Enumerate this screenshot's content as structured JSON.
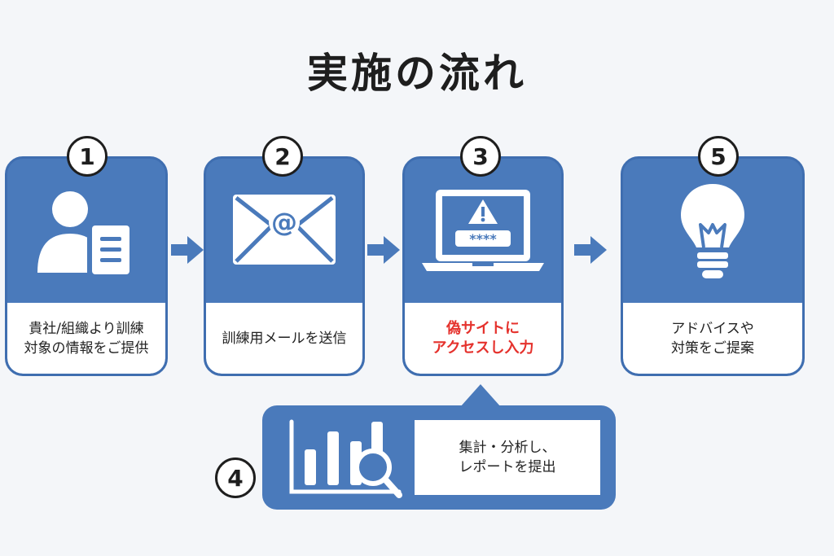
{
  "title": "実施の流れ",
  "steps": [
    {
      "number": "1",
      "label_lines": [
        "貴社/組織より訓練",
        "対象の情報をご提供"
      ],
      "icon": "user-document-icon"
    },
    {
      "number": "2",
      "label_lines": [
        "訓練用メールを送信"
      ],
      "icon": "email-icon"
    },
    {
      "number": "3",
      "label_lines": [
        "偽サイトに",
        "アクセスし入力"
      ],
      "icon": "laptop-warning-icon",
      "highlight": true
    },
    {
      "number": "5",
      "label_lines": [
        "アドバイスや",
        "対策をご提案"
      ],
      "icon": "lightbulb-icon"
    }
  ],
  "analysis": {
    "number": "4",
    "label_lines": [
      "集計・分析し、",
      "レポートを提出"
    ],
    "icon": "bar-chart-search-icon"
  },
  "colors": {
    "primary": "#4a7abb",
    "highlight_text": "#e5322d",
    "dark": "#1e1e1e"
  }
}
